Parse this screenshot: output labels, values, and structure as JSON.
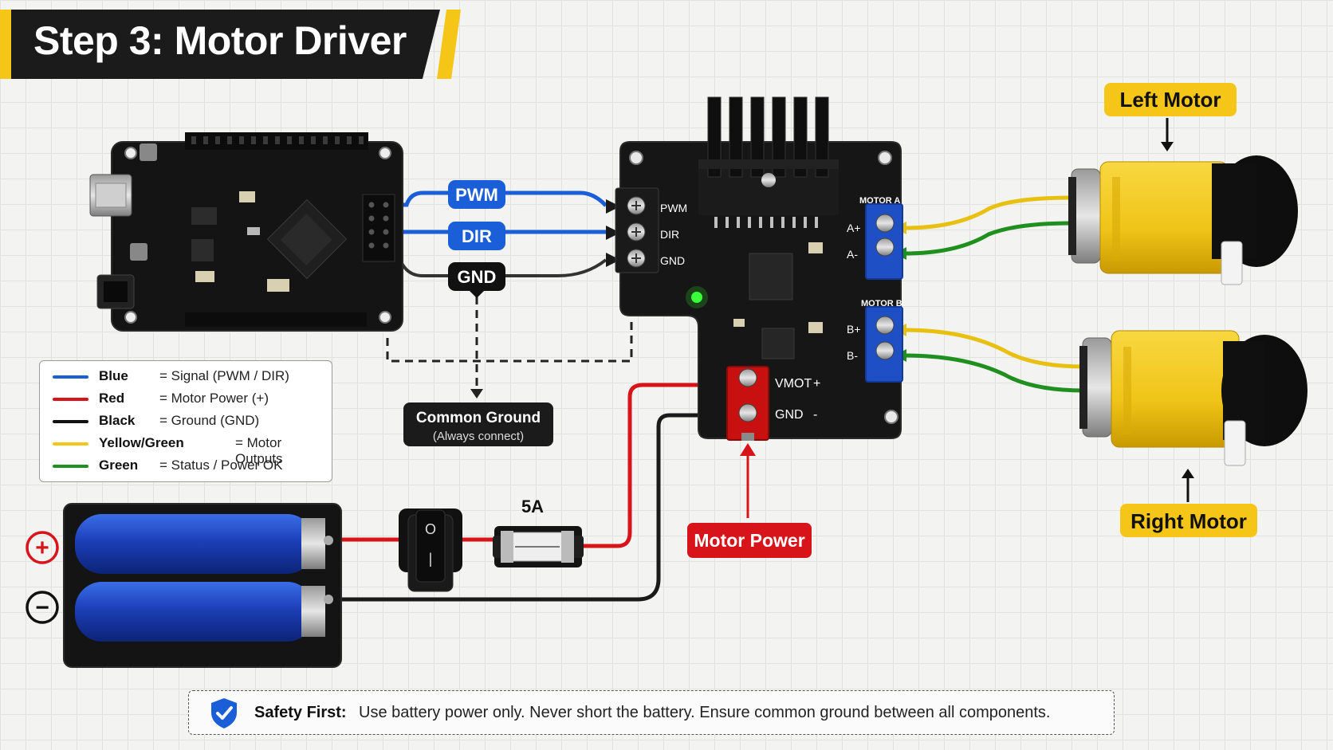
{
  "title": "Step 3: Motor Driver",
  "signals": {
    "pwm": "PWM",
    "dir": "DIR",
    "gnd": "GND"
  },
  "driver": {
    "pin_pwm": "PWM",
    "pin_dir": "DIR",
    "pin_gnd": "GND",
    "motor_a": "MOTOR A",
    "motor_b": "MOTOR B",
    "a_plus": "A+",
    "a_minus": "A-",
    "b_plus": "B+",
    "b_minus": "B-",
    "vmot": "VMOT",
    "vmot_sign": "+",
    "power_gnd": "GND",
    "power_gnd_sign": "-"
  },
  "common_ground": {
    "title": "Common Ground",
    "subtitle": "(Always connect)"
  },
  "legend": [
    {
      "name": "Blue",
      "desc": "= Signal (PWM / DIR)",
      "color": "#1a5fd8"
    },
    {
      "name": "Red",
      "desc": "= Motor Power (+)",
      "color": "#d8141b"
    },
    {
      "name": "Black",
      "desc": "= Ground (GND)",
      "color": "#111111"
    },
    {
      "name": "Yellow/Green",
      "desc": "= Motor Outputs",
      "color": "#f5c518"
    },
    {
      "name": "Green",
      "desc": "= Status / Power OK",
      "color": "#1f8f1f"
    }
  ],
  "fuse_label": "5A",
  "switch": {
    "on": "O",
    "off": "|"
  },
  "battery": {
    "plus": "+",
    "minus": "−"
  },
  "motor_power_label": "Motor Power",
  "left_motor_label": "Left Motor",
  "right_motor_label": "Right Motor",
  "safety": {
    "title": "Safety First:",
    "text": "Use battery power only. Never short the battery. Ensure common ground between all components."
  },
  "colors": {
    "accent": "#f5c518",
    "signal": "#1a5fd8",
    "power": "#d8141b",
    "ground": "#111111",
    "motor_yellow": "#f5c518",
    "motor_green": "#1f8f1f",
    "terminal_blue": "#1f4fc4"
  }
}
